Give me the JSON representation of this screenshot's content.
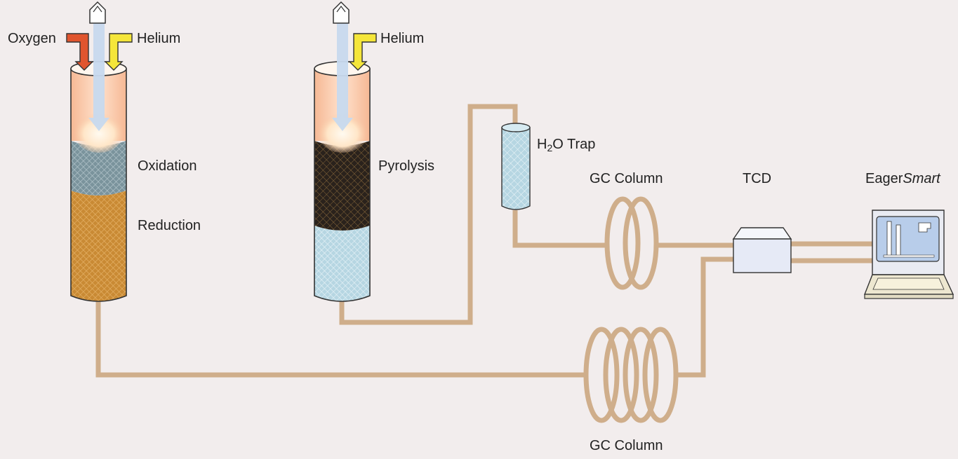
{
  "colors": {
    "background": "#f2eded",
    "tubing": "#cfae8b",
    "oxygen_arrow": "#e0552e",
    "helium_arrow": "#f5e63a",
    "sample_arrow": "#c7d9ee",
    "oxidation_bed": "#6f8993",
    "reduction_bed": "#c98a34",
    "pyrolysis_bed": "#2a221c",
    "trap_fill": "#b6d6e2",
    "screen": "#b8cdea"
  },
  "labels": {
    "oxygen": "Oxygen",
    "helium_1": "Helium",
    "helium_2": "Helium",
    "oxidation": "Oxidation",
    "reduction": "Reduction",
    "pyrolysis": "Pyrolysis",
    "h2o_trap": {
      "pre": "H",
      "sub": "2",
      "post": "O Trap"
    },
    "gc_column_top": "GC Column",
    "gc_column_bottom": "GC Column",
    "tcd": "TCD",
    "eager": {
      "plain": "Eager",
      "italic": "Smart"
    }
  }
}
